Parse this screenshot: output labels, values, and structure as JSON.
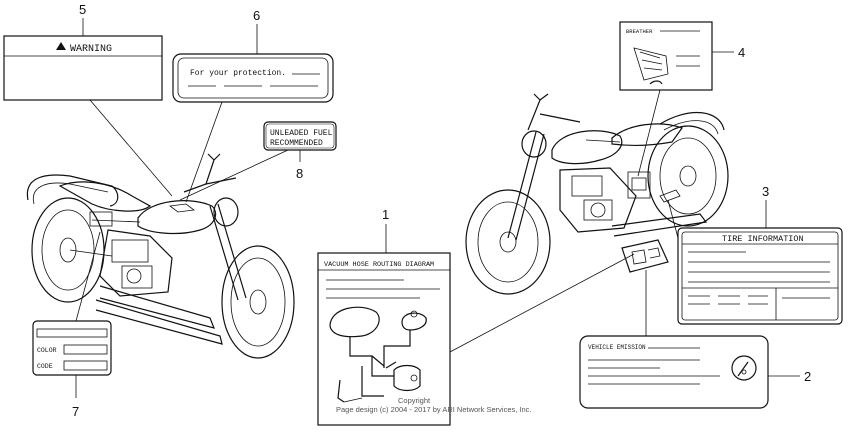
{
  "callouts": {
    "c1": "1",
    "c2": "2",
    "c3": "3",
    "c4": "4",
    "c5": "5",
    "c6": "6",
    "c7": "7",
    "c8": "8"
  },
  "labels": {
    "warning": "WARNING",
    "protection": "For your protection.",
    "unleaded_line1": "UNLEADED FUEL",
    "unleaded_line2": "RECOMMENDED",
    "color": "COLOR",
    "code": "CODE",
    "vacuum": "VACUUM HOSE ROUTING DIAGRAM",
    "breather": "BREATHER",
    "tire": "TIRE INFORMATION",
    "emission": "VEHICLE EMISSION",
    "copyright_line1": "Copyright",
    "copyright_line2": "Page design (c) 2004 - 2017 by ARI Network Services, Inc."
  },
  "icons": [
    "warning-triangle-icon",
    "breather-hand-icon",
    "emission-gauge-icon",
    "motorcycle-left-illustration",
    "motorcycle-right-illustration"
  ]
}
